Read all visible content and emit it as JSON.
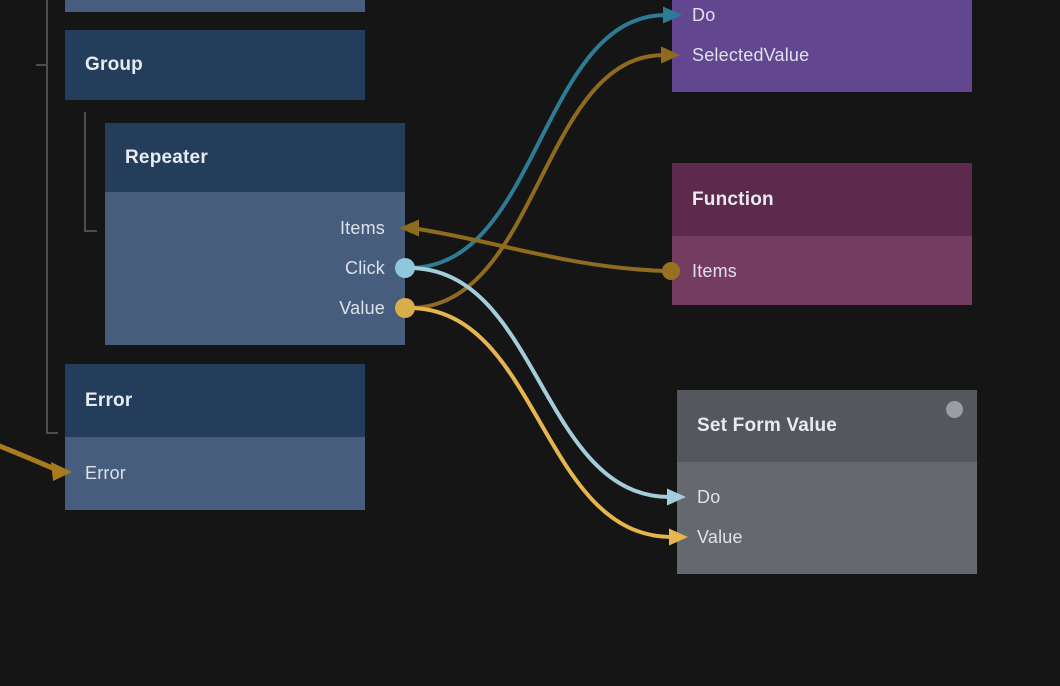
{
  "canvas": {
    "background": "#151515"
  },
  "colors": {
    "node_blue_header": "#233d5a",
    "node_blue_body": "#475d7d",
    "purple_body": "#634690",
    "plum_header": "#5d2a4e",
    "plum_body": "#753c61",
    "gray_header": "#54575e",
    "gray_body": "#65686f",
    "status_dot": "#9a9da2",
    "tree_line": "#4d4d4d",
    "wire_teal": "#2e7b94",
    "wire_light_blue": "#a4cddc",
    "wire_gold_dark": "#8e6b1e",
    "wire_gold_bright": "#a87b20",
    "wire_yellow": "#e6b54d",
    "dot_click": "#8fc8db",
    "dot_value": "#d9ad49",
    "dot_items": "#97711f"
  },
  "nodes": {
    "top_partial": {
      "title": ""
    },
    "group": {
      "title": "Group"
    },
    "repeater": {
      "title": "Repeater",
      "ports": {
        "items": "Items",
        "click": "Click",
        "value": "Value"
      }
    },
    "error": {
      "title": "Error",
      "ports": {
        "error": "Error"
      }
    },
    "purple_partial": {
      "ports": {
        "do": "Do",
        "selected_value": "SelectedValue"
      }
    },
    "function": {
      "title": "Function",
      "ports": {
        "items": "Items"
      }
    },
    "set_form_value": {
      "title": "Set Form Value",
      "ports": {
        "do": "Do",
        "value": "Value"
      }
    }
  },
  "connections": [
    {
      "from": "Repeater.Click",
      "to": "PurpleNode.Do",
      "color_ref": "wire_teal"
    },
    {
      "from": "Repeater.Value",
      "to": "PurpleNode.SelectedValue",
      "color_ref": "wire_gold_dark"
    },
    {
      "from": "Repeater.Click",
      "to": "Set Form Value.Do",
      "color_ref": "wire_light_blue"
    },
    {
      "from": "Repeater.Value",
      "to": "Set Form Value.Value",
      "color_ref": "wire_yellow"
    },
    {
      "from": "Function.Items",
      "to": "Repeater.Items",
      "color_ref": "wire_gold_dark"
    },
    {
      "from": "offscreen-left",
      "to": "Error.Error",
      "color_ref": "wire_gold_bright"
    }
  ]
}
